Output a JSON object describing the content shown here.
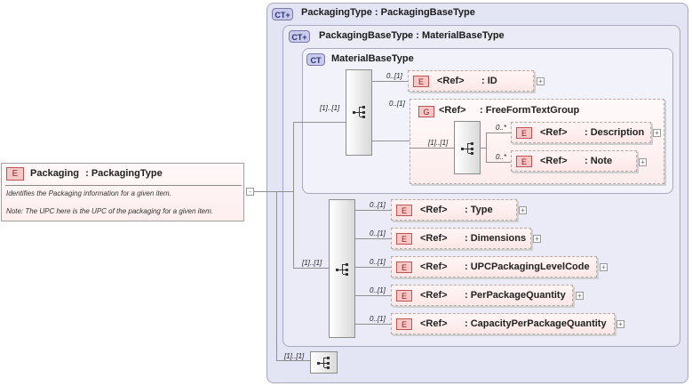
{
  "root": {
    "badge": "E",
    "name": "Packaging",
    "sep": ":",
    "type": "PackagingType",
    "doc": [
      "Identifies the Packaging information for a given item.",
      "Note: The UPC here is the UPC of the packaging for a given item."
    ]
  },
  "types": {
    "outer": {
      "badge": "CT",
      "title": "PackagingType : PackagingBaseType"
    },
    "mid": {
      "badge": "CT",
      "title": "PackagingBaseType : MaterialBaseType"
    },
    "inner": {
      "badge": "CT",
      "title": "MaterialBaseType"
    }
  },
  "material_seq": {
    "card": "[1]..[1]",
    "id": {
      "card": "0..[1]",
      "badge": "E",
      "ref": "<Ref>",
      "name": ": ID"
    },
    "group": {
      "card": "0..[1]",
      "badge": "G",
      "ref": "<Ref>",
      "name": ": FreeFormTextGroup",
      "seq_card": "[1]..[1]",
      "items": [
        {
          "card": "0..*",
          "badge": "E",
          "ref": "<Ref>",
          "name": ": Description"
        },
        {
          "card": "0..*",
          "badge": "E",
          "ref": "<Ref>",
          "name": ": Note"
        }
      ]
    }
  },
  "packaging_seq": {
    "card": "[1]..[1]",
    "items": [
      {
        "card": "0..[1]",
        "badge": "E",
        "ref": "<Ref>",
        "name": ": Type"
      },
      {
        "card": "0..[1]",
        "badge": "E",
        "ref": "<Ref>",
        "name": ": Dimensions"
      },
      {
        "card": "0..[1]",
        "badge": "E",
        "ref": "<Ref>",
        "name": ": UPCPackagingLevelCode"
      },
      {
        "card": "0..[1]",
        "badge": "E",
        "ref": "<Ref>",
        "name": ": PerPackageQuantity"
      },
      {
        "card": "0..[1]",
        "badge": "E",
        "ref": "<Ref>",
        "name": ": CapacityPerPackageQuantity"
      }
    ]
  },
  "outer_seq": {
    "card": "[1]..[1]"
  },
  "expander_glyph": "-",
  "plus_glyph": "+"
}
